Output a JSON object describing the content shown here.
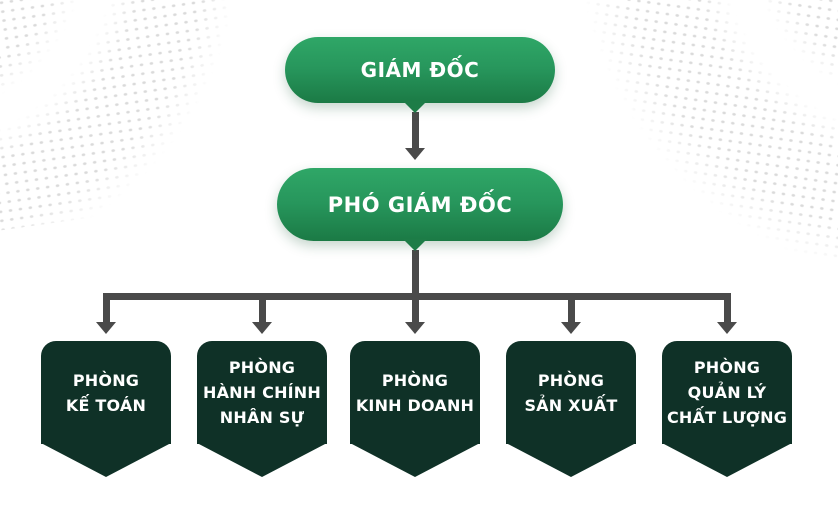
{
  "org": {
    "director": {
      "label": "GIÁM ĐỐC"
    },
    "deputy": {
      "label": "PHÓ GIÁM ĐỐC"
    },
    "departments": [
      {
        "lines": [
          "PHÒNG",
          "KẾ TOÁN"
        ]
      },
      {
        "lines": [
          "PHÒNG",
          "HÀNH CHÍNH",
          "NHÂN SỰ"
        ]
      },
      {
        "lines": [
          "PHÒNG",
          "KINH DOANH"
        ]
      },
      {
        "lines": [
          "PHÒNG",
          "SẢN XUẤT"
        ]
      },
      {
        "lines": [
          "PHÒNG",
          "QUẢN LÝ",
          "CHẤT LƯỢNG"
        ]
      }
    ]
  },
  "colors": {
    "pill_gradient_top": "#2fa767",
    "pill_gradient_bottom": "#1b7a45",
    "pill_tail": "#1d7c47",
    "department_fill": "#0f3127",
    "connector": "#4a4a4a",
    "halftone_dot": "#d6d6d6",
    "text": "#ffffff",
    "background": "#ffffff"
  }
}
